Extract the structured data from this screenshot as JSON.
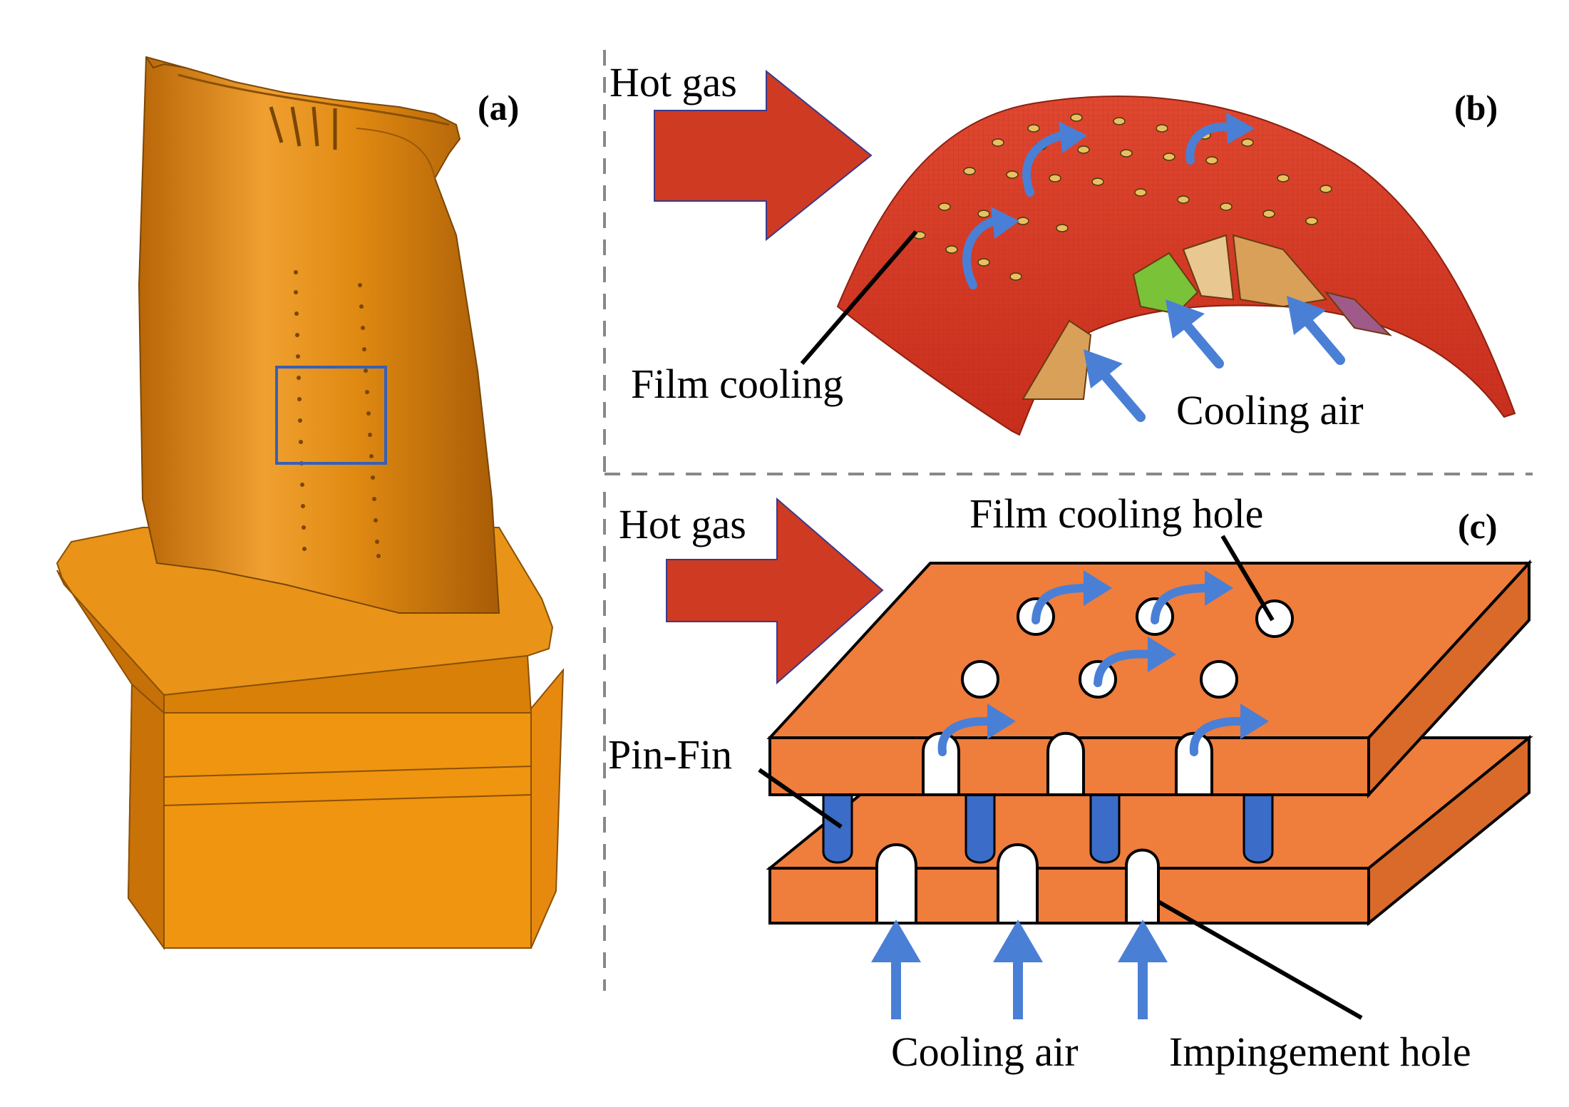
{
  "panels": {
    "a": {
      "label": "(a)"
    },
    "b": {
      "label": "(b)",
      "hot_gas": "Hot gas",
      "film_cooling": "Film cooling",
      "cooling_air": "Cooling air"
    },
    "c": {
      "label": "(c)",
      "hot_gas": "Hot gas",
      "film_cooling_hole": "Film cooling hole",
      "pin_fin": "Pin-Fin",
      "cooling_air": "Cooling air",
      "impingement_hole": "Impingement hole"
    }
  },
  "colors": {
    "blade": "#e8890f",
    "blade_dark": "#b86a08",
    "hot_gas_arrow": "#cf3a22",
    "flow_arrow": "#4a7fd6",
    "plate": "#ef7d3c",
    "shell_red": "#d83a24",
    "divider": "#888888"
  }
}
